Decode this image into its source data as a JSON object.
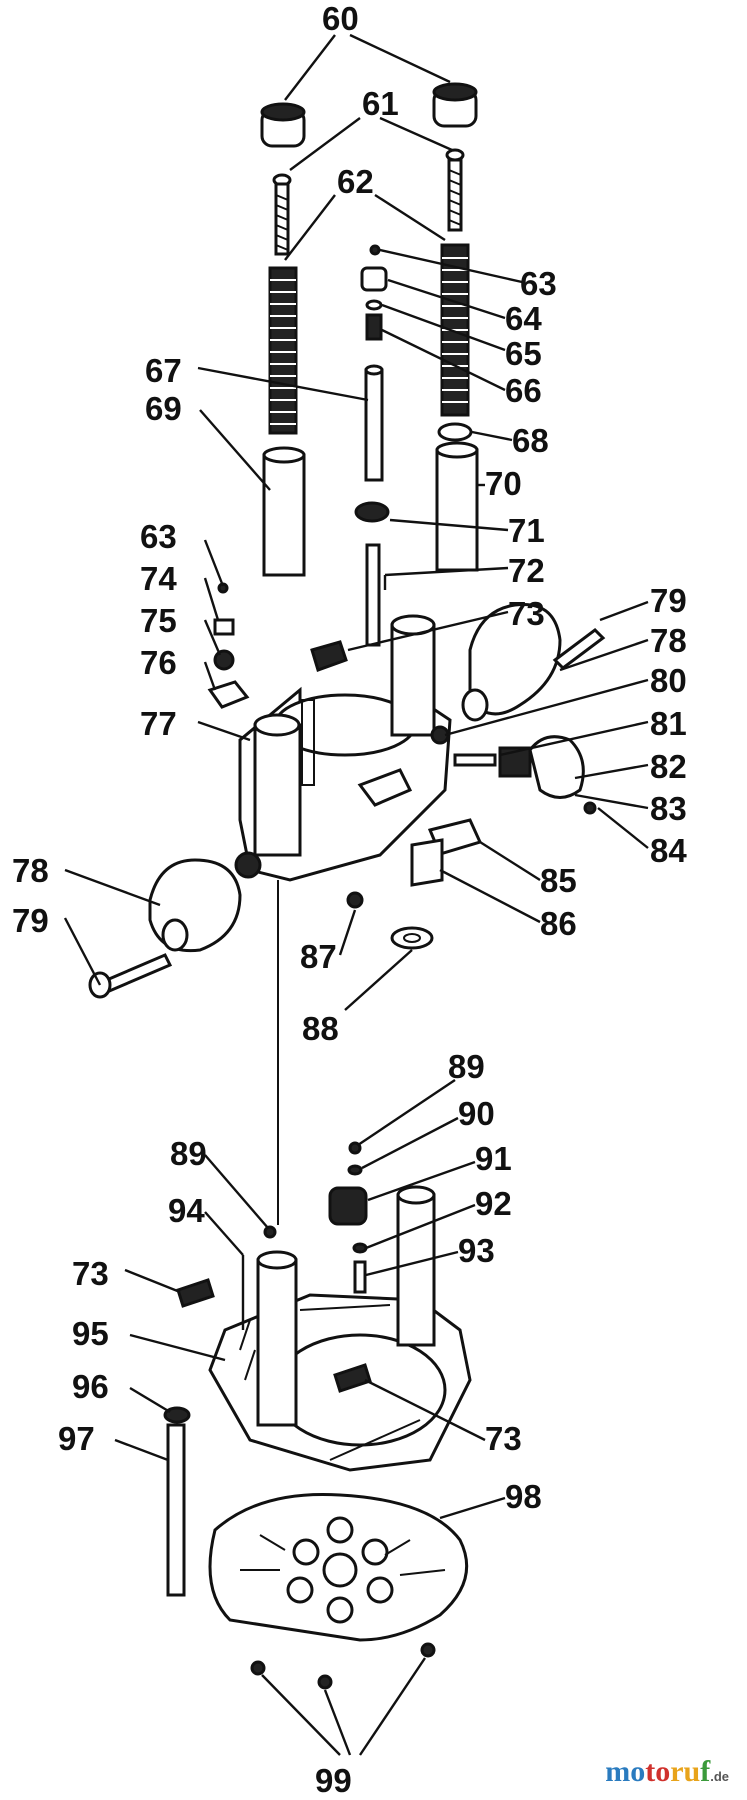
{
  "labels": {
    "p60": "60",
    "p61": "61",
    "p62": "62",
    "p63": "63",
    "p64": "64",
    "p65": "65",
    "p66": "66",
    "p67": "67",
    "p68": "68",
    "p69": "69",
    "p70": "70",
    "p71": "71",
    "p72": "72",
    "p73": "73",
    "p74": "74",
    "p75": "75",
    "p76": "76",
    "p77": "77",
    "p78": "78",
    "p79": "79",
    "p80": "80",
    "p81": "81",
    "p82": "82",
    "p83": "83",
    "p84": "84",
    "p85": "85",
    "p86": "86",
    "p87": "87",
    "p88": "88",
    "p89": "89",
    "p90": "90",
    "p91": "91",
    "p92": "92",
    "p93": "93",
    "p94": "94",
    "p95": "95",
    "p96": "96",
    "p97": "97",
    "p98": "98",
    "p99": "99"
  },
  "watermark": {
    "part1": "mo",
    "part2": "to",
    "part3": "ru",
    "part4": "f",
    "suffix": ".de"
  }
}
